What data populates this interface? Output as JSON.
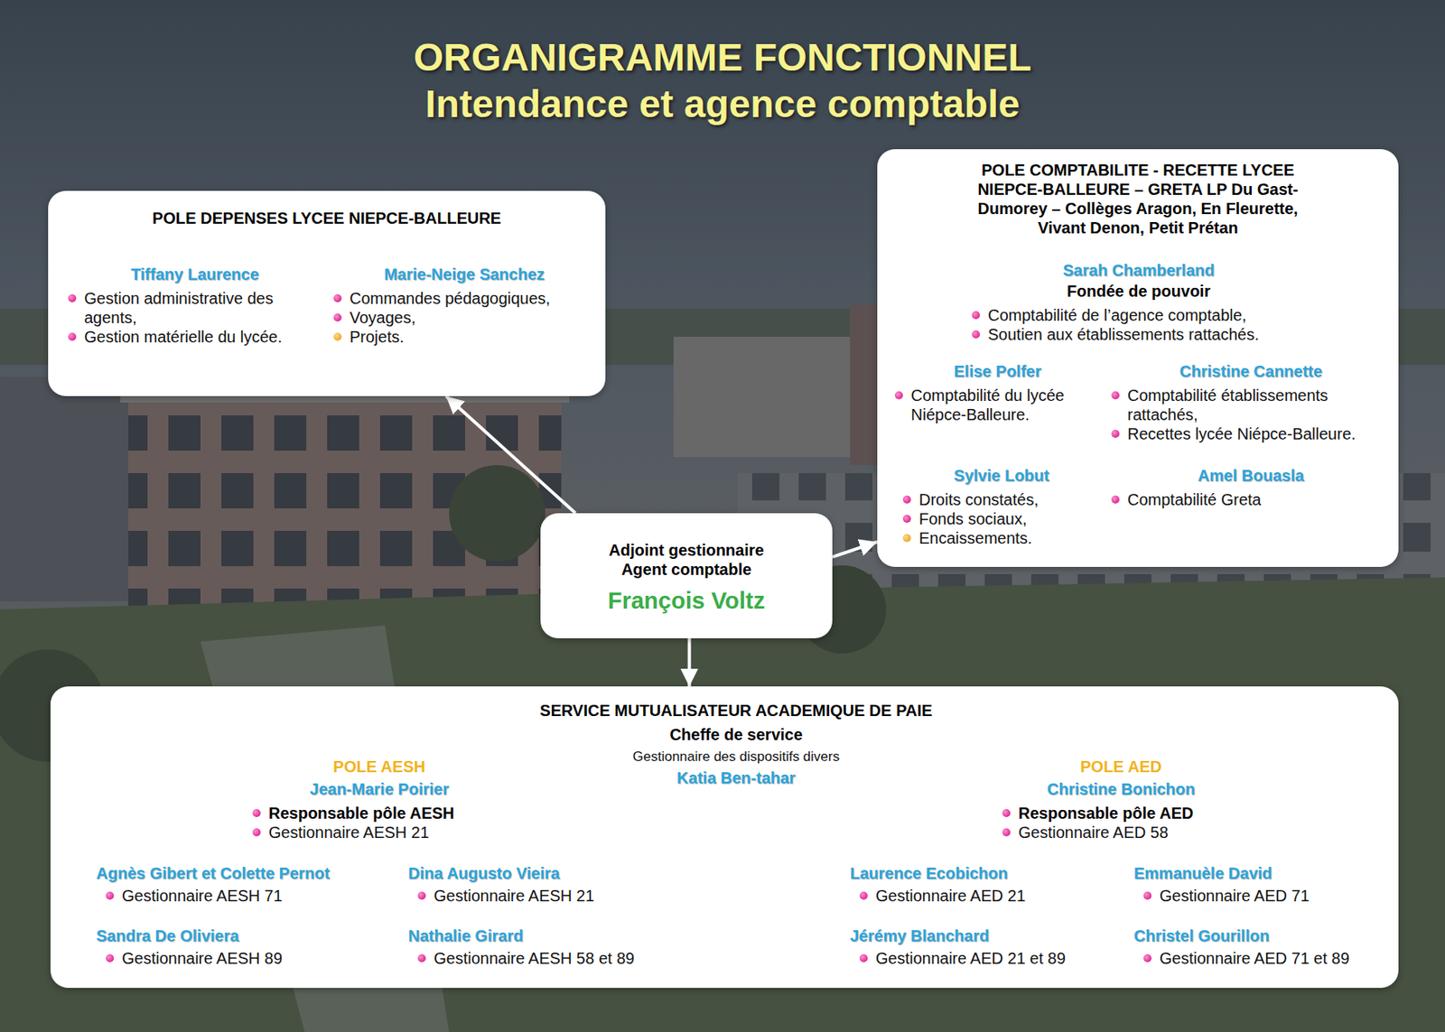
{
  "diagram": {
    "title": "ORGANIGRAMME FONCTIONNEL",
    "nodes": [
      {
        "text": [
          "POLE DEPENSES LYCEE NIEPCE-BALLEURE",
          "Tiffany Laurence",
          "Gestion administrative des agents,",
          "Gestion matérielle du lycée.",
          "Marie-Neige Sanchez",
          "Commandes pédagogiques,",
          "Voyages,",
          "Projets."
        ]
      },
      {
        "text": [
          "POLE COMPTABILITE - RECETTE LYCEE NIEPCE-BALLEURE – GRETA LP Du Gast-Dumorey – Collèges Aragon, En Fleurette, Vivant Denon, Petit Prétan",
          "Sarah Chamberland",
          "Fondée de pouvoir",
          "Comptabilité de l’agence comptable,",
          "Soutien aux établissements rattachés.",
          "Elise Polfer",
          "Comptabilité du lycée Niépce-Balleure.",
          "Christine Cannette",
          "Comptabilité établissements rattachés,",
          "Recettes lycée Niépce-Balleure.",
          "Sylvie Lobut",
          "Droits constatés,",
          "Fonds sociaux,",
          "Encaissements.",
          "Amel Bouasla",
          "Comptabilité Greta"
        ]
      },
      {
        "text": [
          "Adjoint gestionnaire Agent comptable",
          "François Voltz"
        ]
      },
      {
        "text": [
          "SERVICE MUTUALISATEUR ACADEMIQUE DE PAIE",
          "Cheffe de service",
          "Gestionnaire des dispositifs divers",
          "Katia Ben-tahar",
          "POLE AESH",
          "Jean-Marie Poirier",
          "Responsable pôle AESH",
          "Gestionnaire AESH 21",
          "Agnès Gibert et Colette Pernot",
          "Gestionnaire AESH 71",
          "Dina Augusto Vieira",
          "Gestionnaire AESH 21",
          "Sandra De Oliviera",
          "Gestionnaire AESH 89",
          "Nathalie Girard",
          "Gestionnaire AESH 58 et 89",
          "POLE AED",
          "Christine Bonichon",
          "Responsable pôle AED",
          "Gestionnaire AED 58",
          "Laurence Ecobichon",
          "Gestionnaire AED 21",
          "Emmanuèle David",
          "Gestionnaire AED 71",
          "Jérémy Blanchard",
          "Gestionnaire AED 21 et 89",
          "Christel Gourillon",
          "Gestionnaire AED 71 et 89"
        ]
      }
    ],
    "edges": [
      {
        "from": 2,
        "to": 0,
        "arrow": "to"
      },
      {
        "from": 2,
        "to": 1,
        "arrow": "to"
      },
      {
        "from": 2,
        "to": 3,
        "arrow": "to"
      }
    ],
    "labels": [
      "Intendance et agence comptable"
    ]
  }
}
